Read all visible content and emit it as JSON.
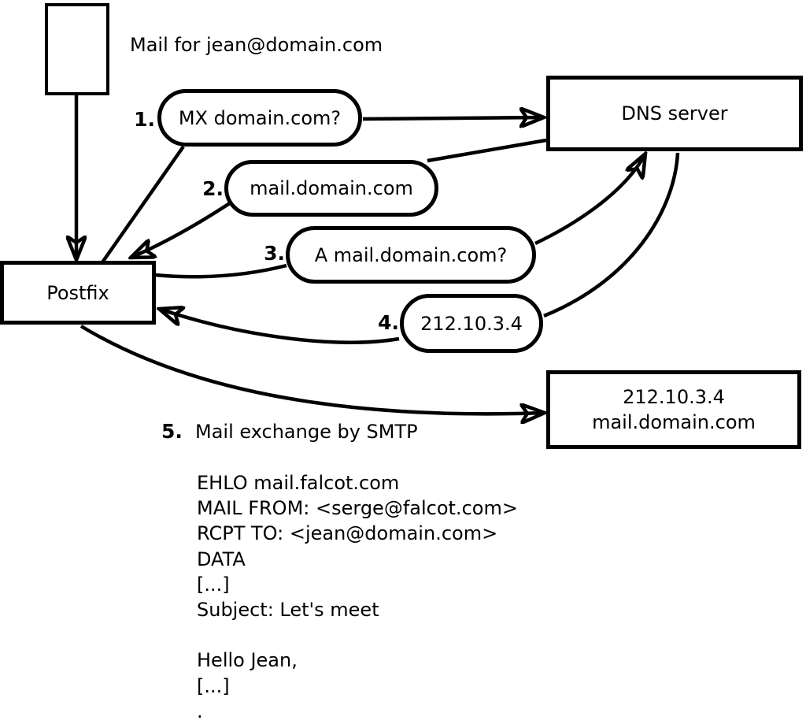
{
  "diagram": {
    "note": "Mail for jean@domain.com",
    "nodes": {
      "postfix": {
        "label": "Postfix"
      },
      "dns_server": {
        "label": "DNS server"
      },
      "mail_server": {
        "line1": "212.10.3.4",
        "line2": "mail.domain.com"
      }
    },
    "steps": [
      {
        "num": "1.",
        "label": "MX domain.com?"
      },
      {
        "num": "2.",
        "label": "mail.domain.com"
      },
      {
        "num": "3.",
        "label": "A mail.domain.com?"
      },
      {
        "num": "4.",
        "label": "212.10.3.4"
      },
      {
        "num": "5.",
        "label": "Mail exchange by SMTP"
      }
    ],
    "smtp_session": [
      "EHLO mail.falcot.com",
      "MAIL FROM: <serge@falcot.com>",
      "RCPT TO: <jean@domain.com>",
      "DATA",
      "[...]",
      "Subject: Let's meet",
      "",
      "Hello Jean,",
      "[...]",
      "."
    ],
    "colors": {
      "stroke": "#000000",
      "background": "#ffffff"
    }
  }
}
